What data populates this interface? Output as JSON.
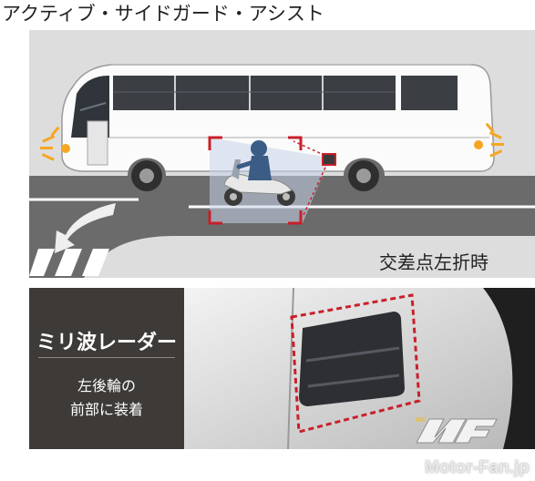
{
  "heading": "アクティブ・サイドガード・アシスト",
  "scene": {
    "caption": "交差点左折時"
  },
  "radar": {
    "title": "ミリ波レーダー",
    "position_line1": "左後輪の",
    "position_line2": "前部に装着"
  },
  "watermark": "Motor-Fan.jp",
  "colors": {
    "alert_red": "#c8202a",
    "warning_amber": "#f5a623",
    "dark_panel": "#3d3a38",
    "road_gray": "#6b6b6b"
  },
  "icons": [
    "bus-illustration",
    "motorcycle-rider-icon",
    "left-turn-arrow-icon",
    "radar-sensor-icon",
    "blinker-flash-icon"
  ]
}
